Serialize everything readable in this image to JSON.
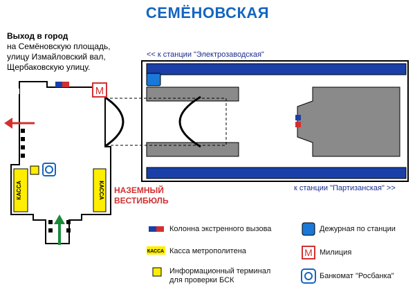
{
  "title": "СЕМЁНОВСКАЯ",
  "exit_info": {
    "heading": "Выход в город",
    "lines": [
      "на Семёновскую площадь,",
      "улицу Измайловский вал,",
      "Щербаковскую улицу."
    ]
  },
  "platform_labels": {
    "top": "<< к станции \"Электрозаводская\"",
    "bottom": "к станции \"Партизанская\" >>"
  },
  "vestibule_label": [
    "НАЗЕМНЫЙ",
    "ВЕСТИБЮЛЬ"
  ],
  "kassa_label": "КАССА",
  "police_symbol": "М",
  "legend": {
    "emergency_column": "Колонна экстренного вызова",
    "duty_officer": "Дежурная по станции",
    "ticket_office": "Касса метрополитена",
    "police": "Милиция",
    "info_terminal": [
      "Информационный терминал",
      "для проверки БСК"
    ],
    "atm": "Банкомат \"Росбанка\""
  },
  "colors": {
    "title": "#1565c0",
    "track": "#1a3fa8",
    "platform": "#8a8a8a",
    "kassa": "#ffee00",
    "police": "#d32f2f",
    "exit_arrow": "#d32f2f",
    "entry_arrow": "#1b8a3a"
  }
}
